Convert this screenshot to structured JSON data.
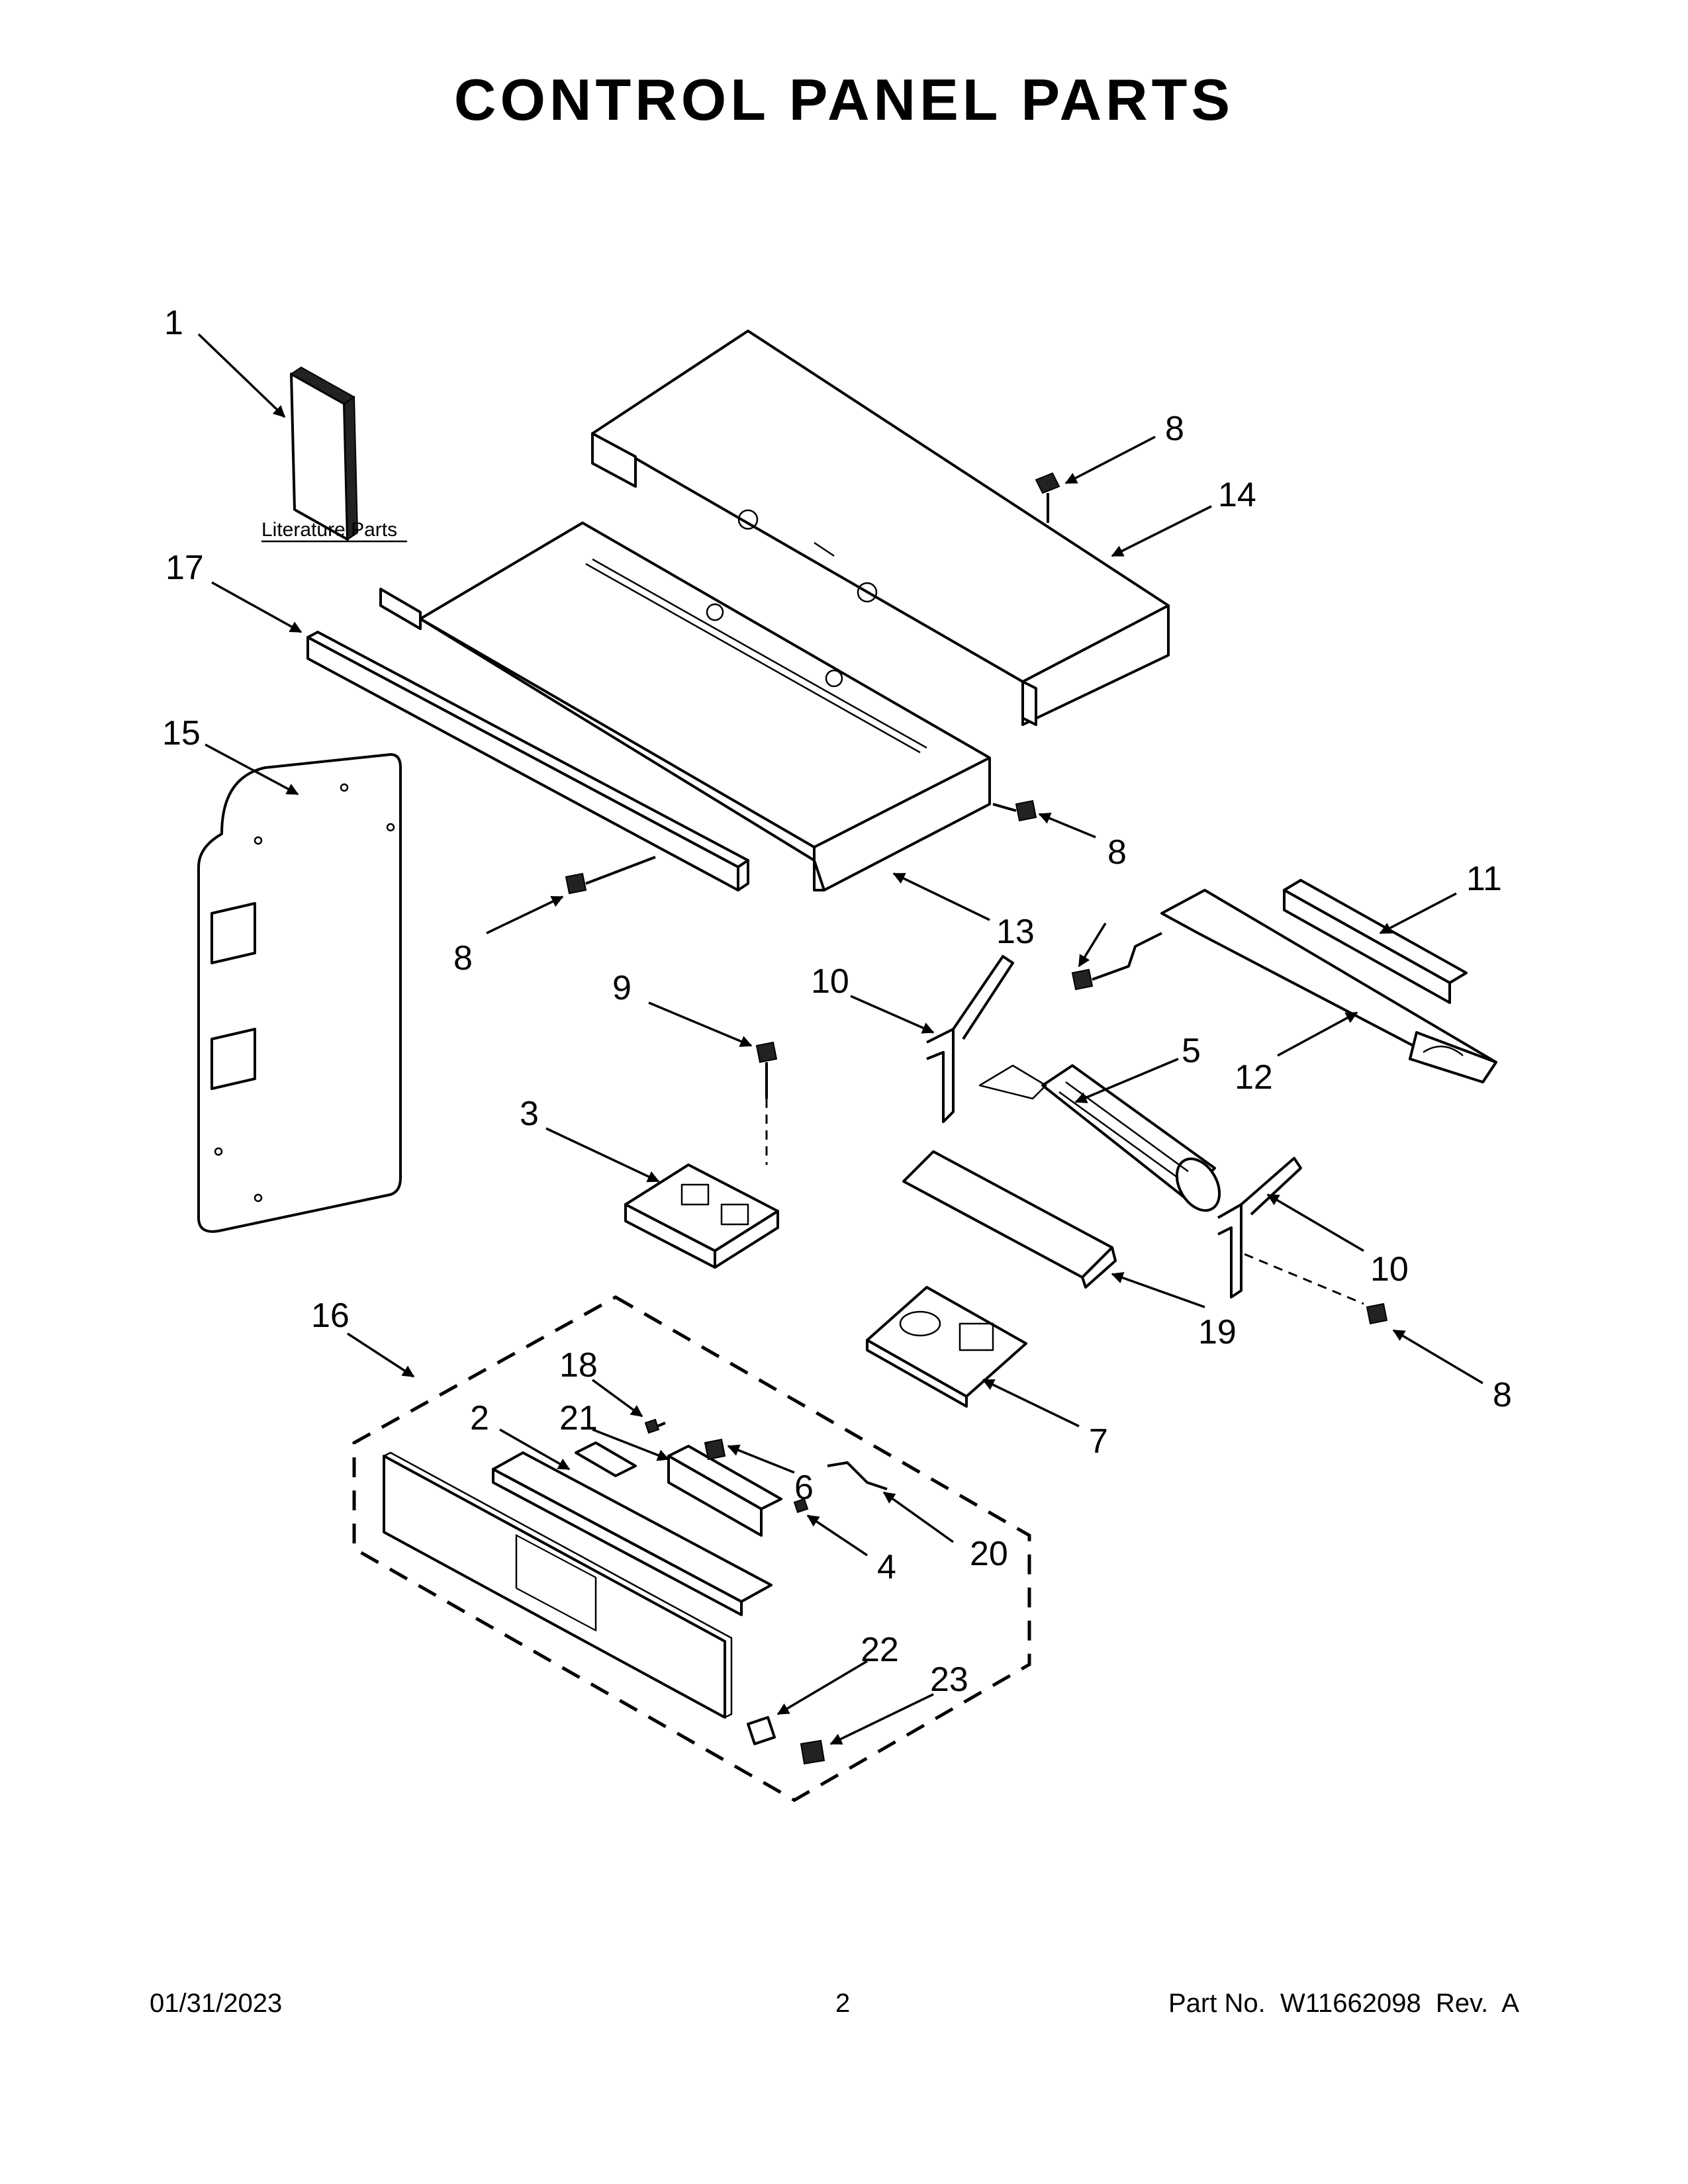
{
  "title": "CONTROL PANEL PARTS",
  "literature_label": "Literature Parts",
  "callouts": {
    "c1": "1",
    "c17": "17",
    "c15": "15",
    "c8a": "8",
    "c14": "14",
    "c8b": "8",
    "c13": "13",
    "c8c": "8",
    "c8d": "8",
    "c11": "11",
    "c9": "9",
    "c10a": "10",
    "c5": "5",
    "c12": "12",
    "c3": "3",
    "c10b": "10",
    "c16": "16",
    "c19": "19",
    "c8e": "8",
    "c18": "18",
    "c7": "7",
    "c2": "2",
    "c21": "21",
    "c6": "6",
    "c20": "20",
    "c4": "4",
    "c22": "22",
    "c23": "23"
  },
  "footer": {
    "date": "01/31/2023",
    "page": "2",
    "part": "Part No.  W11662098  Rev.  A"
  }
}
